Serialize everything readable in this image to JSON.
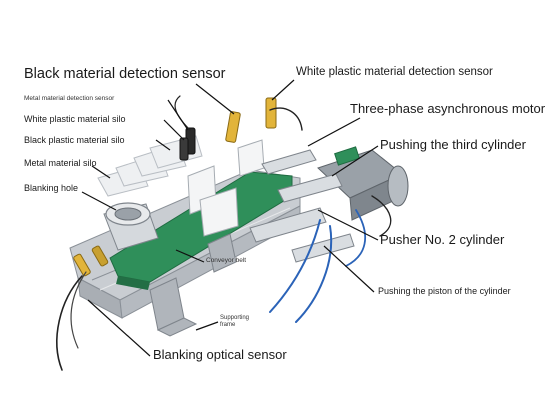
{
  "labels": {
    "black_material_detection_sensor": "Black material detection sensor",
    "white_plastic_material_detection_sensor": "White plastic material detection sensor",
    "three_phase_asynchronous_motor": "Three-phase asynchronous motor",
    "metal_material_detection_sensor": "Metal material detection sensor",
    "white_plastic_material_silo": "White plastic material silo",
    "black_plastic_material_silo": "Black plastic material silo",
    "metal_material_silo": "Metal material silo",
    "blanking_hole": "Blanking hole",
    "pushing_the_third_cylinder": "Pushing the third cylinder",
    "pusher_no2_cylinder": "Pusher No. 2 cylinder",
    "pushing_the_piston_of_the_cylinder": "Pushing the piston of the cylinder",
    "conveyor_belt": "Conveyor belt",
    "supporting_frame": "Supporting frame",
    "blanking_optical_sensor": "Blanking optical sensor"
  },
  "colors": {
    "belt": "#2f8f5a",
    "frame": "#c9cdd2",
    "frame_dark": "#8a9097",
    "sensor_yellow": "#e2b43a",
    "motor_gray": "#9aa1a8",
    "cable_blue": "#2b63b8",
    "cable_black": "#222222",
    "leader": "#111111"
  }
}
